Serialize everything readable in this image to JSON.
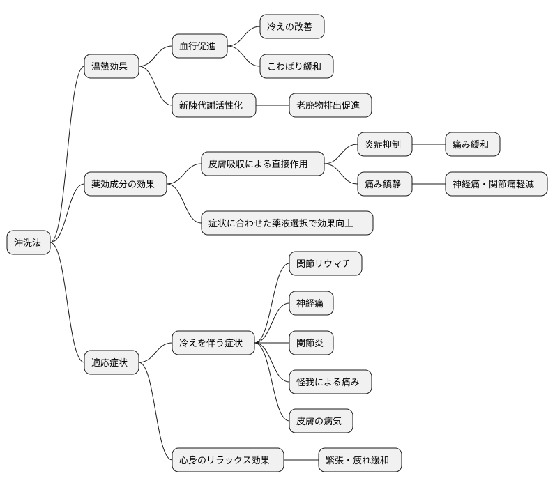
{
  "mindmap": {
    "root": "沖洗法",
    "branches": [
      {
        "label": "温熱効果",
        "children": [
          {
            "label": "血行促進",
            "children": [
              {
                "label": "冷えの改善"
              },
              {
                "label": "こわばり緩和"
              }
            ]
          },
          {
            "label": "新陳代謝活性化",
            "children": [
              {
                "label": "老廃物排出促進"
              }
            ]
          }
        ]
      },
      {
        "label": "薬効成分の効果",
        "children": [
          {
            "label": "皮膚吸収による直接作用",
            "children": [
              {
                "label": "炎症抑制",
                "children": [
                  {
                    "label": "痛み緩和"
                  }
                ]
              },
              {
                "label": "痛み鎮静",
                "children": [
                  {
                    "label": "神経痛・関節痛軽減"
                  }
                ]
              }
            ]
          },
          {
            "label": "症状に合わせた薬液選択で効果向上"
          }
        ]
      },
      {
        "label": "適応症状",
        "children": [
          {
            "label": "冷えを伴う症状",
            "children": [
              {
                "label": "関節リウマチ"
              },
              {
                "label": "神経痛"
              },
              {
                "label": "関節炎"
              },
              {
                "label": "怪我による痛み"
              },
              {
                "label": "皮膚の病気"
              }
            ]
          },
          {
            "label": "心身のリラックス効果",
            "children": [
              {
                "label": "緊張・疲れ緩和"
              }
            ]
          }
        ]
      }
    ]
  }
}
